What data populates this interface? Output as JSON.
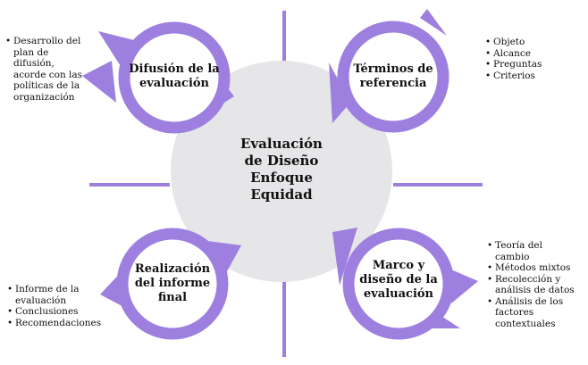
{
  "center": {
    "lines": [
      "Evaluación",
      "de Diseño",
      "Enfoque",
      "Equidad"
    ]
  },
  "stages": [
    {
      "title_lines": [
        "Difusión de la",
        "evaluación"
      ],
      "bullets": [
        "Desarrollo del plan de difusión, acorde con las políticas de la organización"
      ]
    },
    {
      "title_lines": [
        "Términos de",
        "referencia"
      ],
      "bullets": [
        "Objeto",
        "Alcance",
        "Preguntas",
        "Criterios"
      ]
    },
    {
      "title_lines": [
        "Realización",
        "del informe",
        "final"
      ],
      "bullets": [
        "Informe de la evaluación",
        "Conclusiones",
        "Recomendaciones"
      ]
    },
    {
      "title_lines": [
        "Marco y",
        "diseño de la",
        "evaluación"
      ],
      "bullets": [
        "Teoría del cambio",
        "Métodos mixtos",
        "Recolección y análisis de datos",
        "Análisis de los factores contextuales"
      ]
    }
  ],
  "colors": {
    "accent": "#9d7fe0",
    "center": "#e6e5e8"
  }
}
